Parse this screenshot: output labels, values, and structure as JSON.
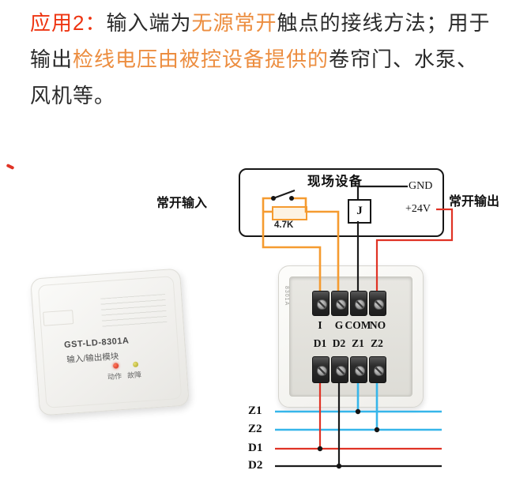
{
  "title": {
    "lines": [
      {
        "segments": [
          {
            "text": "应用2：",
            "color": "red"
          },
          {
            "text": "输入端为",
            "color": "dark"
          },
          {
            "text": "无源常开",
            "color": "orange"
          },
          {
            "text": "触点的接线方法；用于",
            "color": "dark"
          }
        ]
      },
      {
        "segments": [
          {
            "text": "输出",
            "color": "dark"
          },
          {
            "text": "检线电压由被控设备提供的",
            "color": "orange"
          },
          {
            "text": "卷帘门、水泵、",
            "color": "dark"
          }
        ]
      },
      {
        "segments": [
          {
            "text": "风机等。",
            "color": "dark"
          }
        ]
      }
    ]
  },
  "field_device": {
    "label": "现场设备",
    "gnd": "GND",
    "v24": "+24V",
    "relay": "J"
  },
  "input_section": {
    "label": "常开输入",
    "resistor": "4.7K"
  },
  "output_section": {
    "label": "常开输出"
  },
  "module_plate": {
    "side_label": "8301A",
    "terminals_top": [
      "I",
      "G",
      "COM",
      "NO"
    ],
    "terminals_bottom": [
      "D1",
      "D2",
      "Z1",
      "Z2"
    ]
  },
  "bus_lines": {
    "labels": [
      "Z1",
      "Z2",
      "D1",
      "D2"
    ]
  },
  "module_photo": {
    "model": "GST-LD-8301A",
    "type_label": "输入/输出模块",
    "led_labels": [
      "动作",
      "故障"
    ]
  },
  "colors": {
    "title_red": "#ee3411",
    "title_orange": "#ec8d3f",
    "title_dark": "#2b2b2b",
    "wire_orange": "#f59b30",
    "wire_red": "#e03325",
    "wire_black": "#1b1b1b",
    "wire_blue": "#36b6ea",
    "led_red": "#cf2b1a",
    "led_yellow": "#a9a21f"
  }
}
